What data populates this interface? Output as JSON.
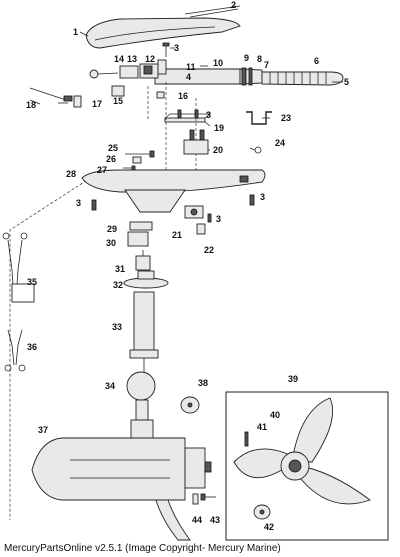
{
  "labels": [
    "1",
    "2",
    "3",
    "4",
    "5",
    "6",
    "7",
    "8",
    "9",
    "10",
    "11",
    "12",
    "13",
    "14",
    "15",
    "16",
    "17",
    "18",
    "19",
    "20",
    "21",
    "22",
    "23",
    "24",
    "25",
    "26",
    "27",
    "28",
    "29",
    "30",
    "31",
    "32",
    "33",
    "34",
    "35",
    "36",
    "37",
    "38",
    "39",
    "40",
    "41",
    "42",
    "43",
    "44"
  ],
  "footer": "MercuryPartsOnline v2.5.1 (Image Copyright- Mercury Marine)"
}
